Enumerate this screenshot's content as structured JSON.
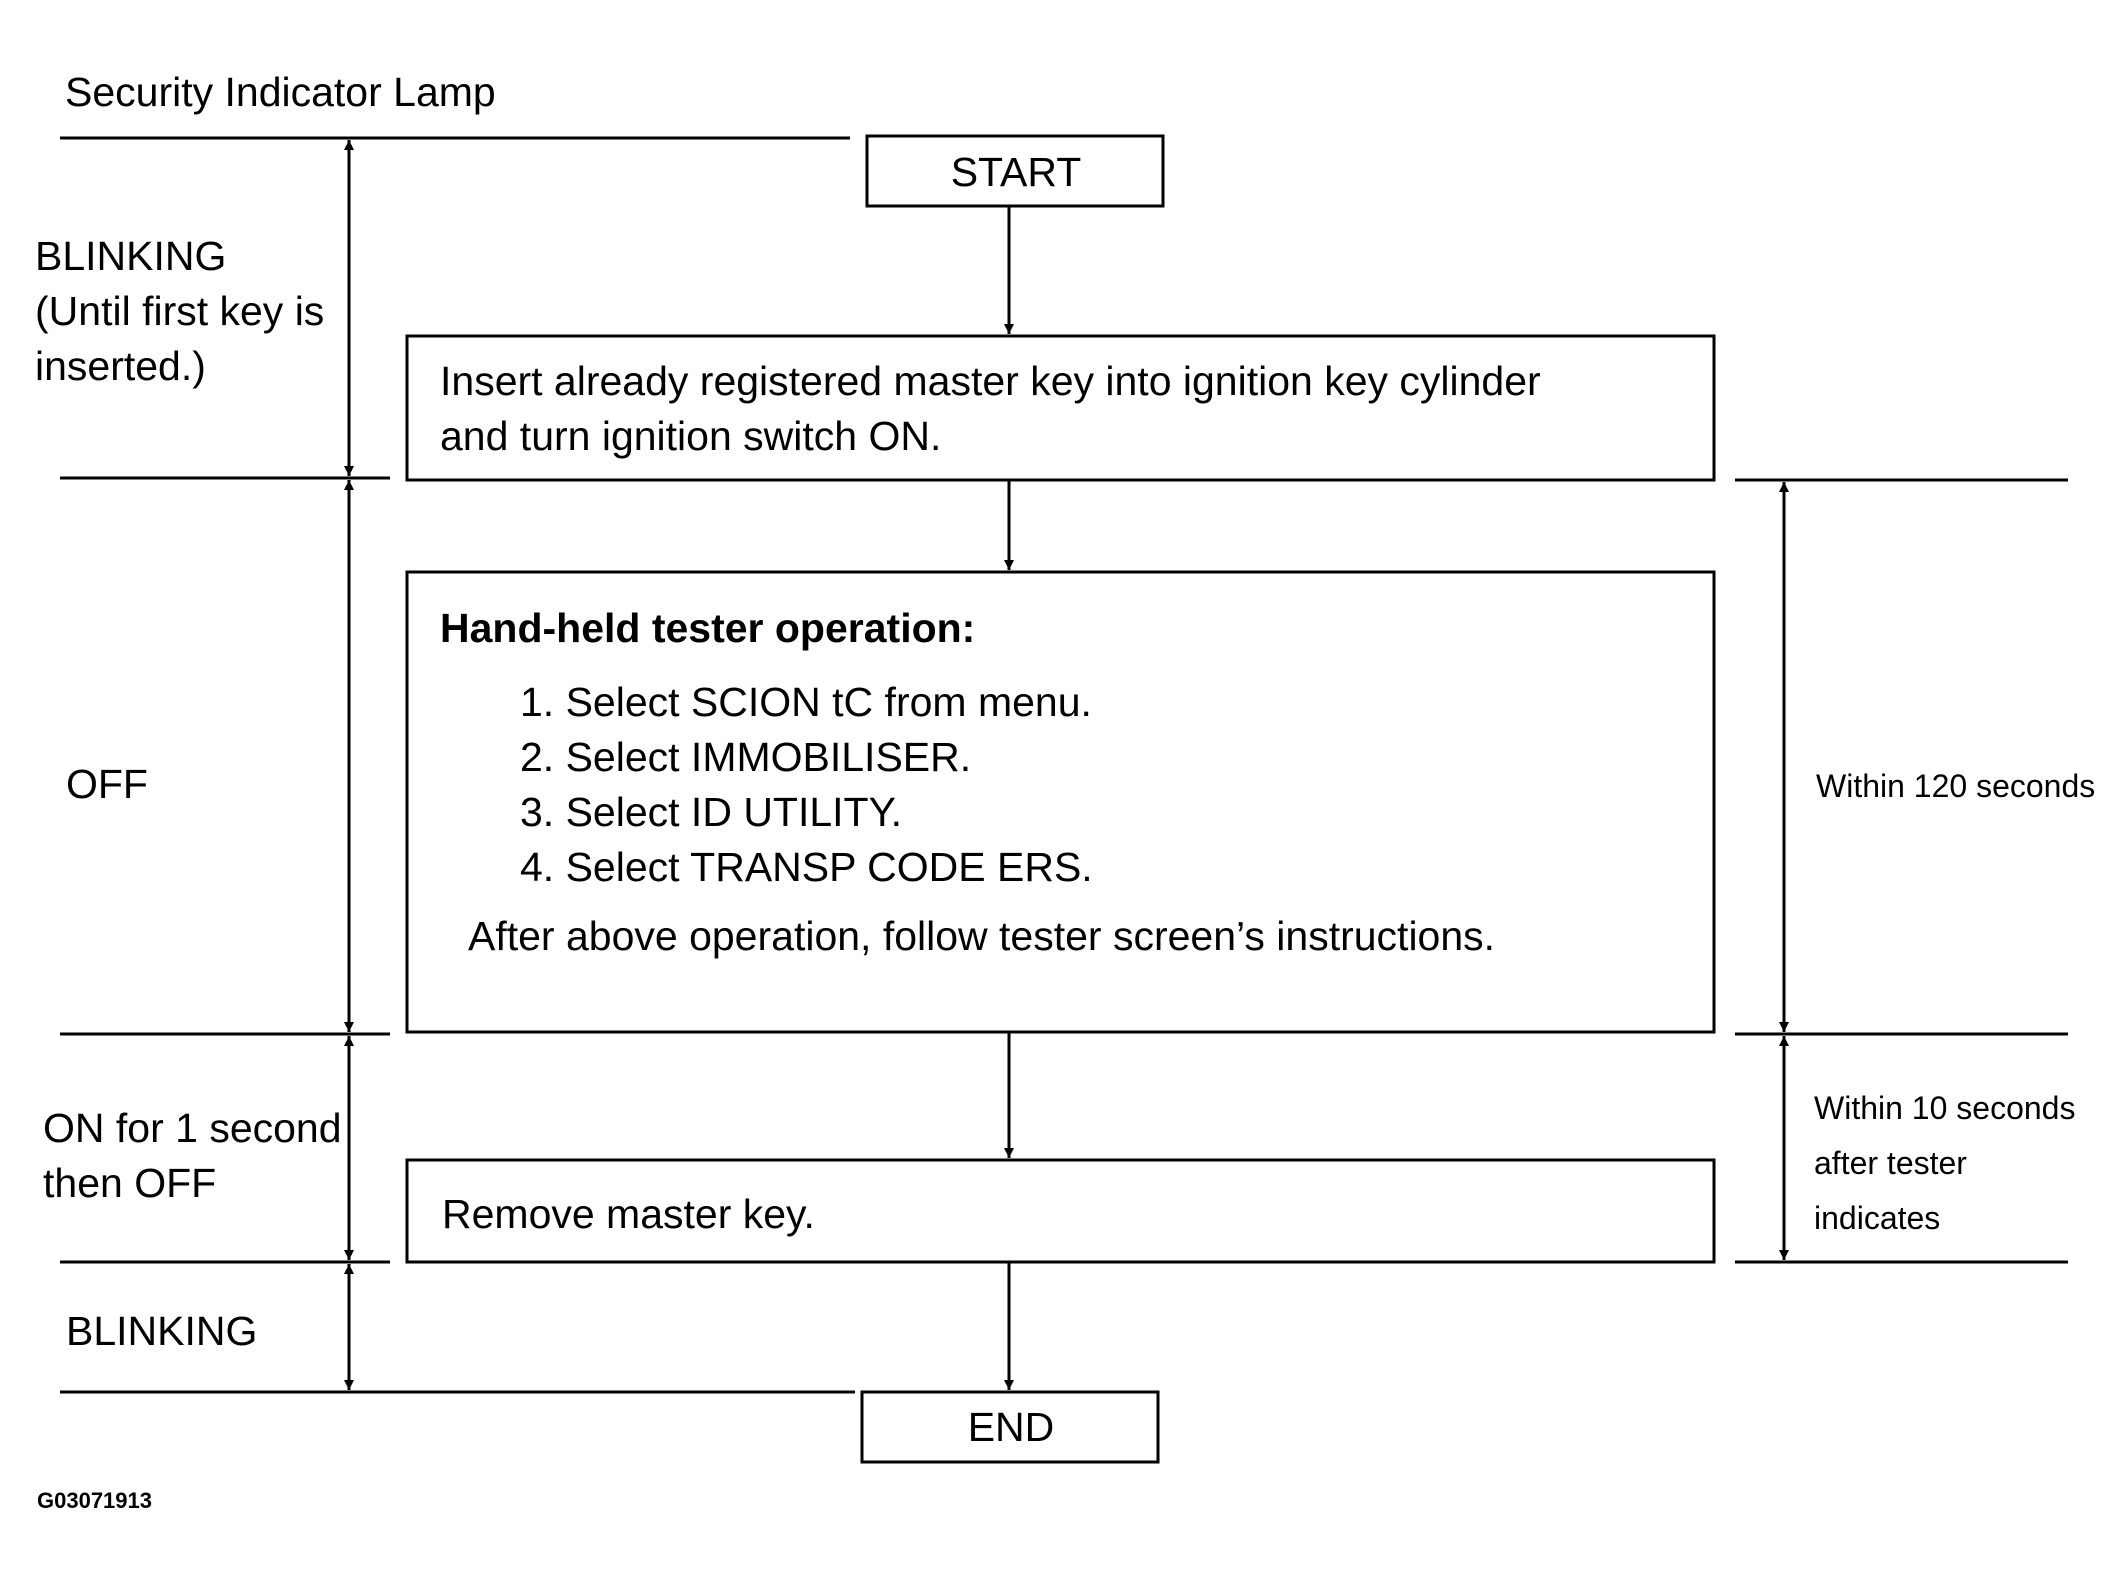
{
  "diagram": {
    "header": "Security Indicator Lamp",
    "start": "START",
    "end": "END",
    "figure_id": "G03071913",
    "lamp_states": {
      "blinking_initial": "BLINKING\n(Until first key is\ninserted.)",
      "off": "OFF",
      "on_then_off": "ON for 1 second\nthen OFF",
      "blinking_final": "BLINKING"
    },
    "steps": {
      "insert_key": "Insert already registered master key into ignition key cylinder\nand turn ignition switch ON.",
      "tester": {
        "title": "Hand-held  tester operation:",
        "items": [
          "1. Select SCION tC from menu.",
          "2. Select IMMOBILISER.",
          "3. Select ID UTILITY.",
          "4. Select TRANSP CODE ERS."
        ],
        "note": "After above operation, follow tester screen’s instructions."
      },
      "remove_key": "Remove master key."
    },
    "timing": {
      "within_120": "Within 120 seconds",
      "within_10": "Within 10 seconds\nafter tester\nindicates"
    }
  }
}
